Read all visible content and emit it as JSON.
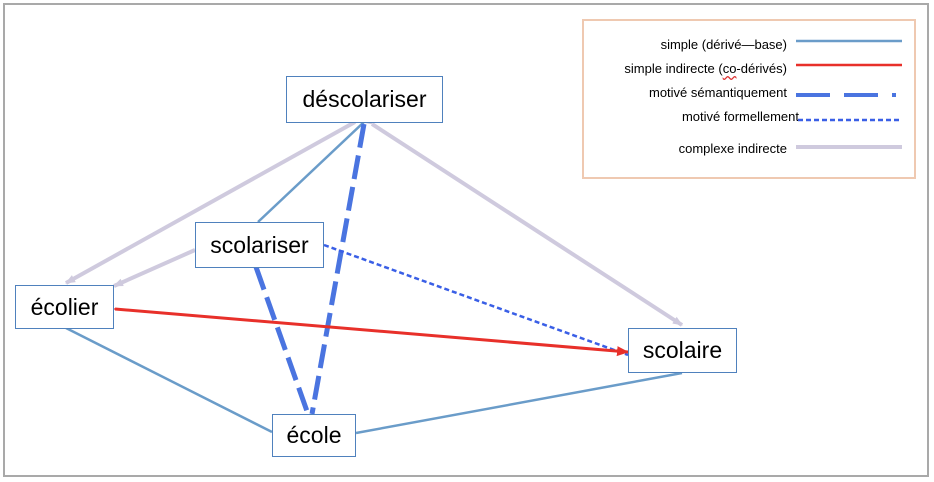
{
  "nodes": {
    "descolariser": "déscolariser",
    "scolariser": "scolariser",
    "ecolier": "écolier",
    "scolaire": "scolaire",
    "ecole": "école"
  },
  "legend": {
    "simple_label": "simple (dérivé—base)",
    "indirecte_label_a": "simple indirecte (",
    "indirecte_label_b": "co",
    "indirecte_label_c": "-dérivés)",
    "semantique_label": "motivé sémantiquement",
    "formel_label": "motivé formellement",
    "complexe_label": "complexe indirecte"
  },
  "colors": {
    "simple": "#6a9cc9",
    "indirecte": "#e8302a",
    "semantique": "#4a74e0",
    "formel": "#3a5fe6",
    "complexe": "#cfcade",
    "node_border": "#4f81bd",
    "legend_border": "#efc9b1"
  }
}
